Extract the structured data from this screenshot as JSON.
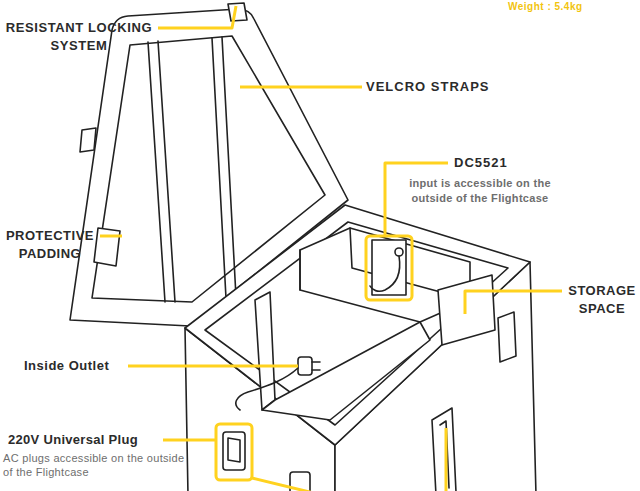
{
  "diagram": {
    "labels": [
      "Weight : 5.4kg",
      "RESISTANT LOCKING SYSTEM",
      "VELCRO STRAPS",
      "DC5521",
      "input is accessible on the outside of the Flightcase",
      "PROTECTIVE PADDING",
      "STORAGE SPACE",
      "Inside Outlet",
      "220V Universal Plug",
      "AC plugs accessible on the outside of the Flightcase"
    ]
  }
}
